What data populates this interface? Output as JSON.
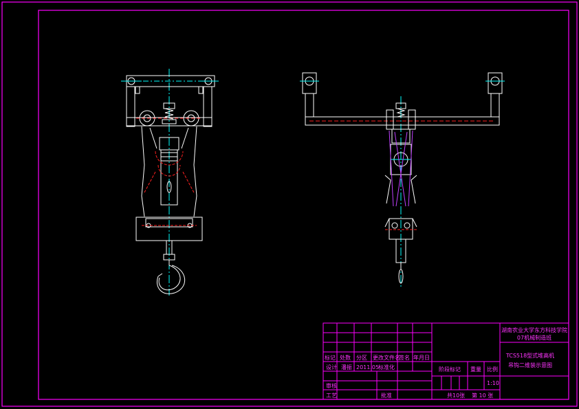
{
  "colors": {
    "background": "#000000",
    "frame": "#ff00ff",
    "linework": "#ffffff",
    "centerline": "#00ffff",
    "hidden": "#ff2020",
    "sling": "#c040ff",
    "titleblock_text": "#ff33ff"
  },
  "title_block": {
    "institution_line1": "湖南农业大学东方科技学院",
    "institution_line2": "07机械制造班",
    "drawing_title_line1": "TCS518型式堆高机",
    "drawing_title_line2": "吊钩二维装示意图",
    "rev_headers": [
      "标记",
      "处数",
      "分区",
      "更改文件名",
      "签名",
      "年月日"
    ],
    "designer_label": "设计",
    "designer_name": "潘振",
    "design_date": "2011.05",
    "standardize_label": "标准化",
    "review_label": "审核",
    "process_label": "工艺",
    "approve_label": "批准",
    "stage_label": "阶段标记",
    "weight_label": "重量",
    "scale_label": "比例",
    "scale_value": "1:10",
    "sheet_total": "共10张",
    "sheet_no": "第 10 张"
  }
}
